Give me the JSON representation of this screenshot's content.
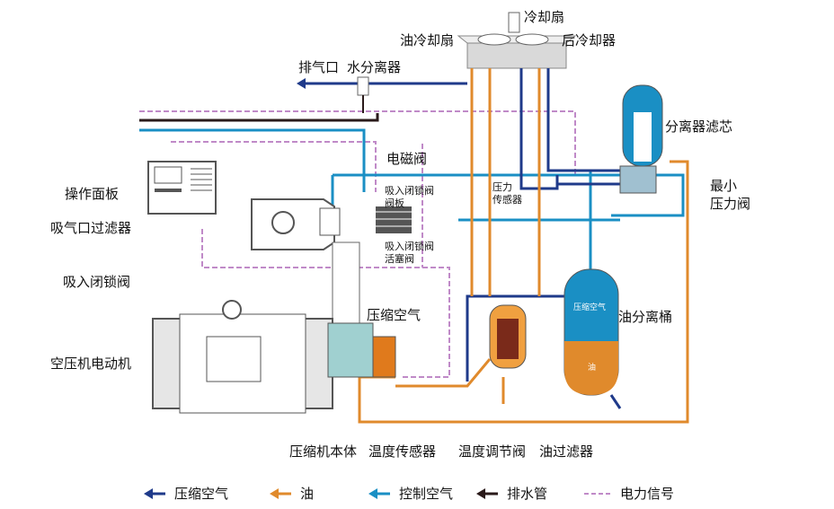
{
  "labels": {
    "cooling_fan": "冷却扇",
    "oil_cooling_fan": "油冷却扇",
    "aftercooler": "后冷却器",
    "exhaust_port": "排气口",
    "water_separator": "水分离器",
    "separator_element": "分离器滤芯",
    "solenoid_valve": "电磁阀",
    "control_panel": "操作面板",
    "inlet_filter": "吸气口过滤器",
    "intake_valve_plate": "吸入闭锁阀\n阀板",
    "intake_valve_piston": "吸入闭锁阀\n活塞阀",
    "intake_lock_valve": "吸入闭锁阀",
    "pressure_sensor": "压力\n传感器",
    "min_pressure_valve": "最小\n压力阀",
    "compressed_air": "压缩空气",
    "oil_separator_tank": "油分离桶",
    "motor": "空压机电动机",
    "airend": "压缩机本体",
    "temp_sensor": "温度传感器",
    "thermostatic_valve": "温度调节阀",
    "oil_filter": "油过滤器",
    "tank_air_text": "压缩空气",
    "tank_oil_text": "油"
  },
  "legend": [
    {
      "label": "压缩空气",
      "color": "#1f3a8a",
      "style": "arrow"
    },
    {
      "label": "油",
      "color": "#e08a2c",
      "style": "arrow"
    },
    {
      "label": "控制空气",
      "color": "#1a8fc4",
      "style": "arrow"
    },
    {
      "label": "排水管",
      "color": "#2a1a1a",
      "style": "arrow"
    },
    {
      "label": "电力信号",
      "color": "#c08ac8",
      "style": "dashed"
    }
  ],
  "colors": {
    "compressed_air": "#1f3a8a",
    "oil": "#e08a2c",
    "control_air": "#1a8fc4",
    "drain": "#2a1a1a",
    "signal": "#c08ac8"
  }
}
